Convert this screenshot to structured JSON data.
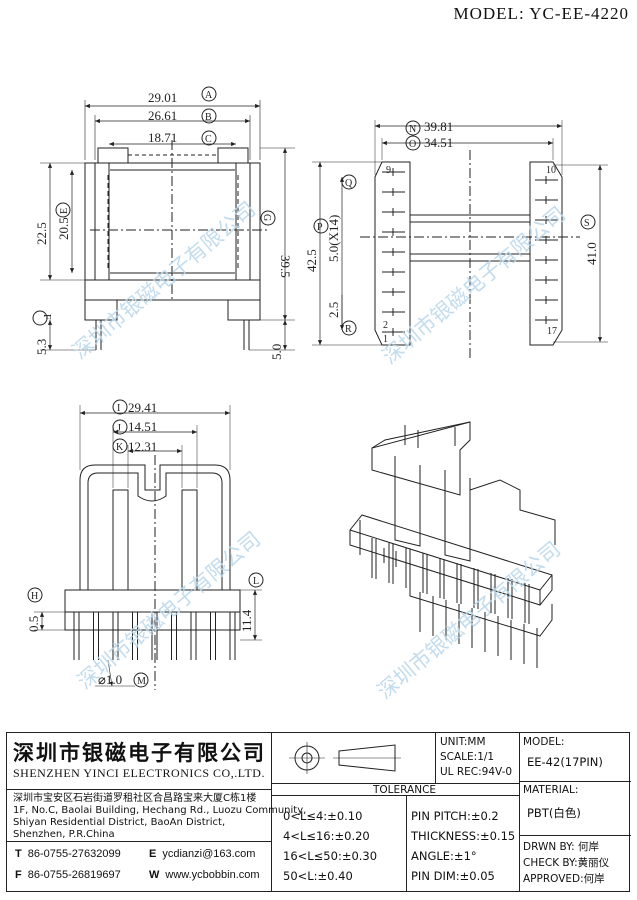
{
  "header": {
    "model_label": "MODEL: YC-EE-4220"
  },
  "watermark": "深圳市银磁电子有限公司",
  "side_view": {
    "d29": "29.01",
    "d26": "26.61",
    "d18": "18.71",
    "d22": "22.5",
    "d20": "20.5",
    "d39": "39.5",
    "d53": "5.3",
    "d50": "5.0",
    "letters": {
      "A": "A",
      "B": "B",
      "C": "C",
      "E": "E",
      "G": "G",
      "F": "F"
    }
  },
  "top_view": {
    "d39": "39.81",
    "d34": "34.51",
    "d42": "42.5",
    "dpitch": "5.0(X14)",
    "d25": "2.5",
    "d41": "41.0",
    "pin_labels": {
      "p9": "9",
      "p10": "10",
      "p2": "2",
      "p1": "1",
      "p17": "17"
    },
    "letters": {
      "N": "N",
      "O": "O",
      "Q": "Q",
      "P": "P",
      "R": "R",
      "S": "S"
    }
  },
  "front_view": {
    "d29": "29.41",
    "d14": "14.51",
    "d12": "12.31",
    "d05": "0.5",
    "d11": "11.4",
    "dpin": "⌀1.0",
    "letters": {
      "I": "I",
      "J": "J",
      "K": "K",
      "H": "H",
      "L": "L",
      "M": "M"
    }
  },
  "title_block": {
    "company_cn": "深圳市银磁电子有限公司",
    "company_en": "SHENZHEN YINCI ELECTRONICS CO,.LTD.",
    "address": [
      "深圳市宝安区石岩街道罗租社区合昌路宝来大厦C栋1楼",
      "1F, No.C, Baolai Building, Hechang Rd., Luozu Community,",
      "Shiyan Residential District, BaoAn District,",
      "Shenzhen, P.R.China"
    ],
    "tel_label": "T",
    "tel": "86-0755-27632099",
    "fax_label": "F",
    "fax": "86-0755-26819697",
    "email_label": "E",
    "email": "ycdianzi@163.com",
    "web_label": "W",
    "web": "www.ycbobbin.com",
    "unit": "UNIT:MM",
    "scale": "SCALE:1/1",
    "ul": "UL REC:94V-0",
    "model_label": "MODEL:",
    "model_value": "EE-42(17PIN)",
    "material_label": "MATERIAL:",
    "material_value": "PBT(白色)",
    "tolerance_title": "TOLERANCE",
    "tolerances": [
      "0<L≤4:±0.10",
      "4<L≤16:±0.20",
      "16<L≤50:±0.30",
      "50<L:±0.40"
    ],
    "pin_specs": [
      "PIN PITCH:±0.2",
      "THICKNESS:±0.15",
      "ANGLE:±1°",
      "PIN DIM:±0.05"
    ],
    "drwn": "DRWN BY: 何岸",
    "check": "CHECK BY:黄丽仪",
    "approved": "APPROVED:何岸"
  }
}
